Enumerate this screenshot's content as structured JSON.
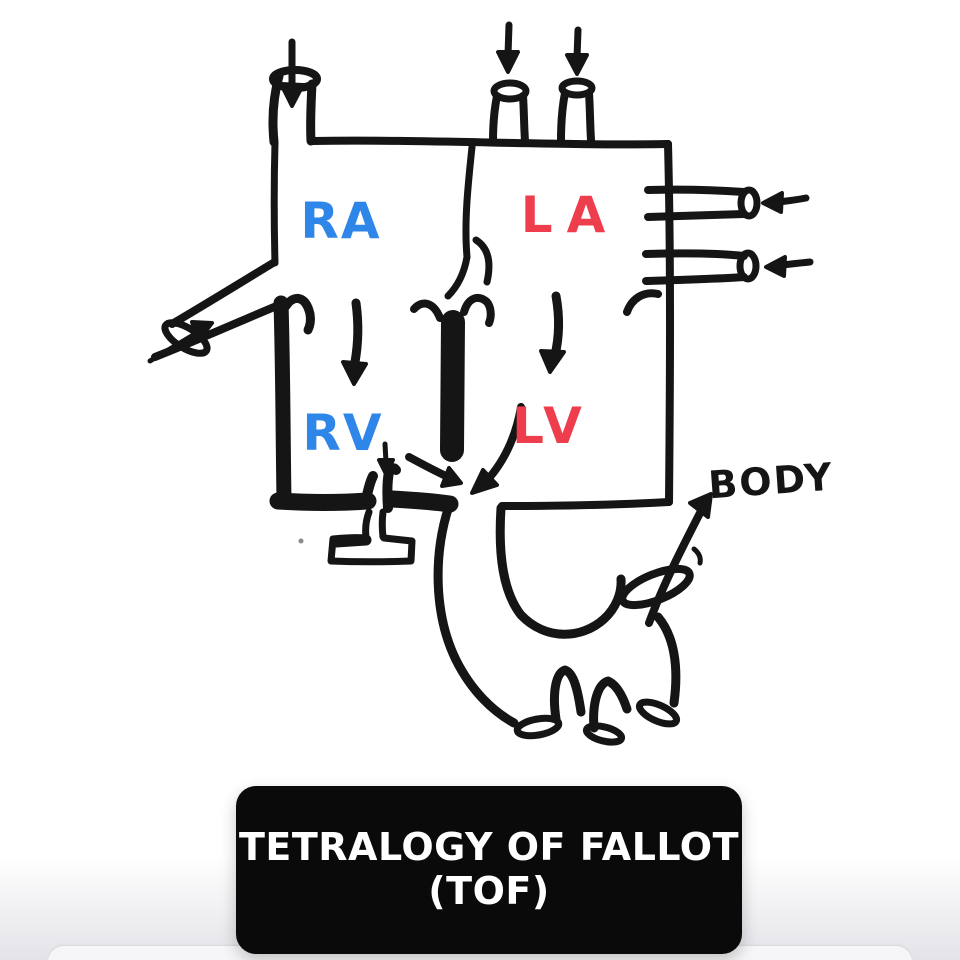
{
  "diagram": {
    "ink_color": "#151515",
    "chamber_labels": {
      "ra": {
        "text": "RA",
        "color": "#2e86e8"
      },
      "la": {
        "text": "LA",
        "color": "#ee3e4d"
      },
      "rv": {
        "text": "RV",
        "color": "#2e86e8"
      },
      "lv": {
        "text": "LV",
        "color": "#ee3e4d"
      }
    },
    "body_label": {
      "text": "BODY",
      "color": "#151515"
    }
  },
  "title_card": {
    "line1": "TETRALOGY OF FALLOT",
    "line2": "(TOF)",
    "background": "#0a0a0a",
    "text_color": "#ffffff"
  }
}
